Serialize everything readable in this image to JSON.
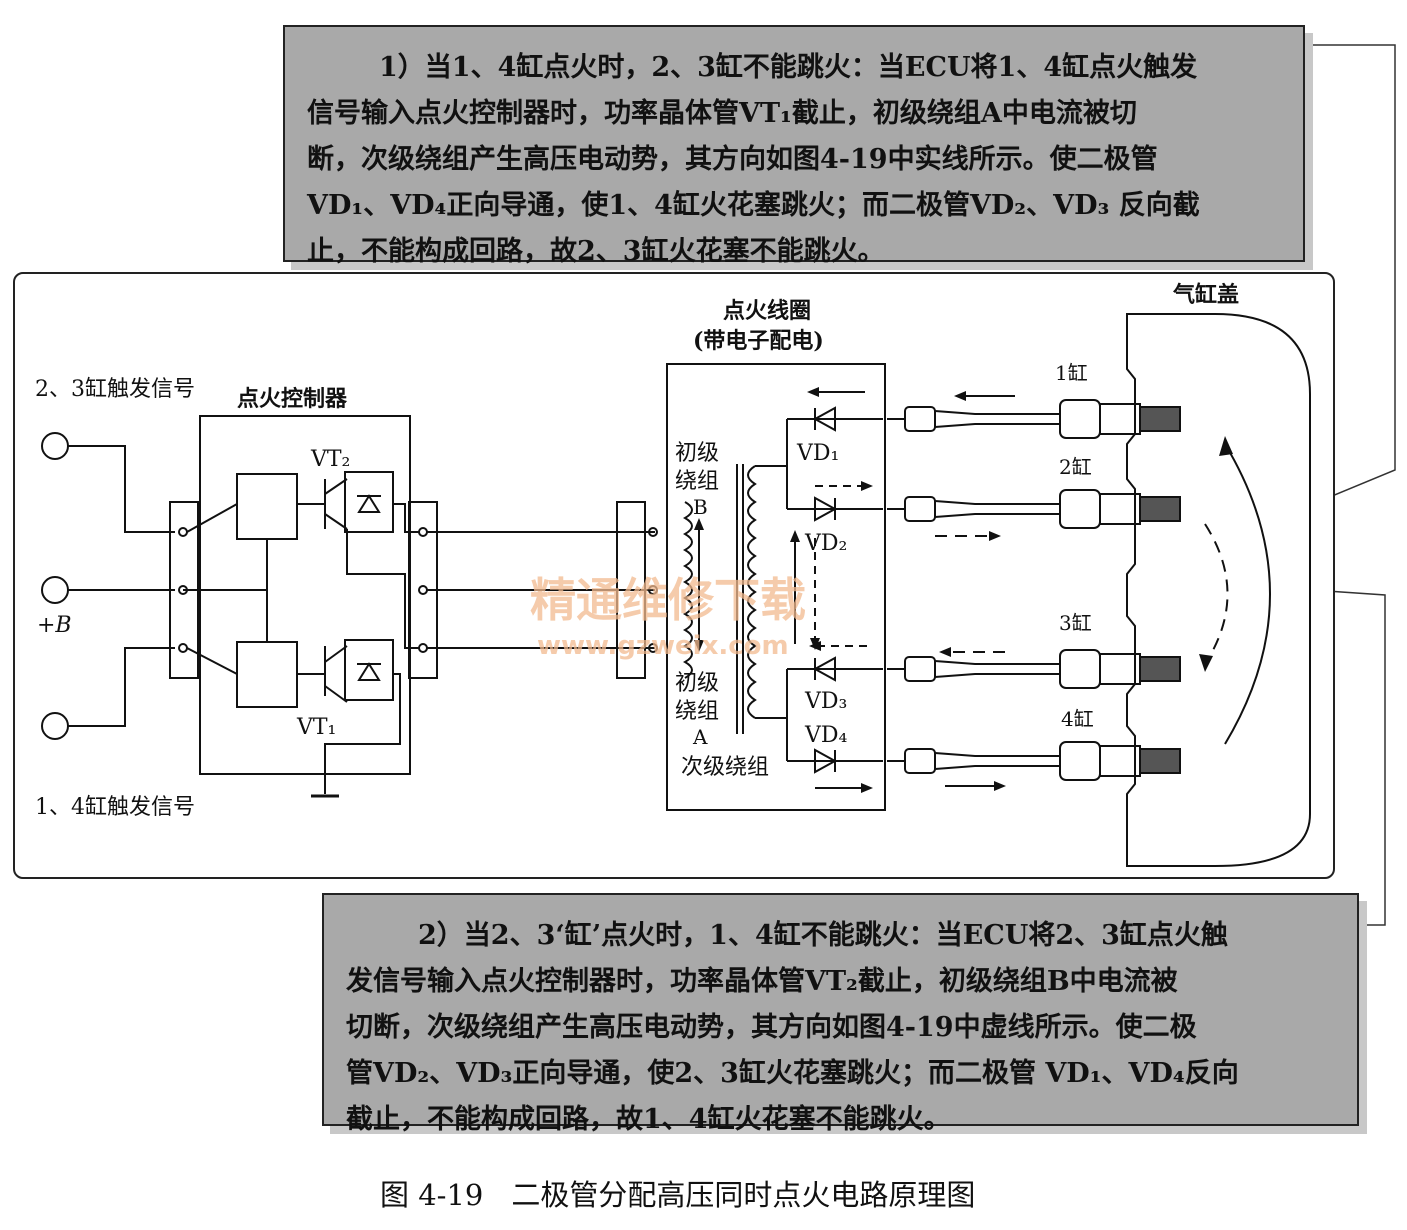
{
  "callout_top": {
    "lines": [
      "1）当1、4缸点火时，2、3缸不能跳火：当ECU将1、4缸点火触发",
      "信号输入点火控制器时，功率晶体管VT₁截止，初级绕组A中电流被切",
      "断，次级绕组产生高压电动势，其方向如图4-19中实线所示。使二极管",
      "VD₁、VD₄正向导通，使1、4缸火花塞跳火；而二极管VD₂、VD₃ 反向截",
      "止，不能构成回路，故2、3缸火花塞不能跳火。"
    ]
  },
  "callout_bottom": {
    "lines": [
      "2）当2、3‘缸’点火时，1、4缸不能跳火：当ECU将2、3缸点火触",
      "发信号输入点火控制器时，功率晶体管VT₂截止，初级绕组B中电流被",
      "切断，次级绕组产生高压电动势，其方向如图4-19中虚线所示。使二极",
      "管VD₂、VD₃正向导通，使2、3缸火花塞跳火；而二极管 VD₁、VD₄反向",
      "截止，不能构成回路，故1、4缸火花塞不能跳火。"
    ]
  },
  "diagram": {
    "signal_23": "2、3缸触发信号",
    "signal_14": "1、4缸触发信号",
    "plus_b": "+B",
    "controller": "点火控制器",
    "vt2": "VT₂",
    "vt1": "VT₁",
    "coil_title": "点火线圈",
    "coil_subtitle": "(带电子配电)",
    "primary_b_1": "初级",
    "primary_b_2": "绕组",
    "primary_b_3": "B",
    "primary_a_1": "初级",
    "primary_a_2": "绕组",
    "primary_a_3": "A",
    "secondary": "次级绕组",
    "vd1": "VD₁",
    "vd2": "VD₂",
    "vd3": "VD₃",
    "vd4": "VD₄",
    "head": "气缸盖",
    "cyl1": "1缸",
    "cyl2": "2缸",
    "cyl3": "3缸",
    "cyl4": "4缸",
    "watermark_cn": "精通维修下载",
    "watermark_url": "www.gzweix.com"
  },
  "caption": {
    "number": "图 4-19",
    "title": "二极管分配高压同时点火电路原理图"
  }
}
